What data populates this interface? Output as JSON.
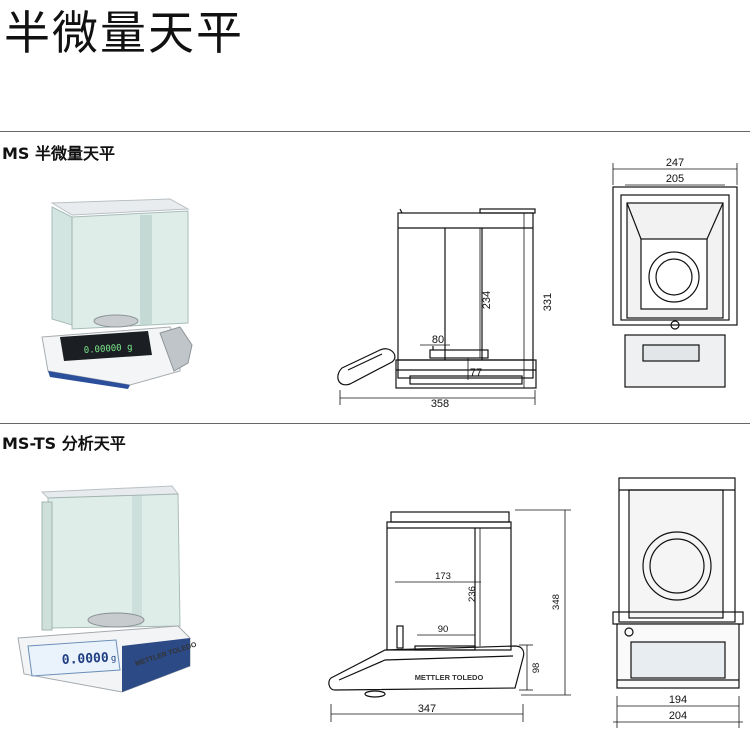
{
  "page": {
    "title": "半微量天平"
  },
  "sections": [
    {
      "title": "MS 半微量天平",
      "photo": {
        "display_value": "0.00000 g"
      },
      "side_view": {
        "dims": {
          "width": "358",
          "chamber_height": "234",
          "total_height": "331",
          "pan_width": "80",
          "pan_height": "77"
        }
      },
      "front_view": {
        "dims": {
          "outer_width": "247",
          "inner_width": "205"
        }
      }
    },
    {
      "title": "MS-TS 分析天平",
      "photo": {
        "display_value": "0.0000",
        "display_unit": "g",
        "brand_label": "METTLER TOLEDO"
      },
      "side_view": {
        "dims": {
          "width": "347",
          "chamber_width": "173",
          "chamber_height": "236",
          "total_height": "348",
          "pan_width": "90",
          "base_height": "98"
        },
        "brand_label": "METTLER TOLEDO"
      },
      "front_view": {
        "dims": {
          "inner_width": "194",
          "outer_width": "204"
        }
      }
    }
  ]
}
